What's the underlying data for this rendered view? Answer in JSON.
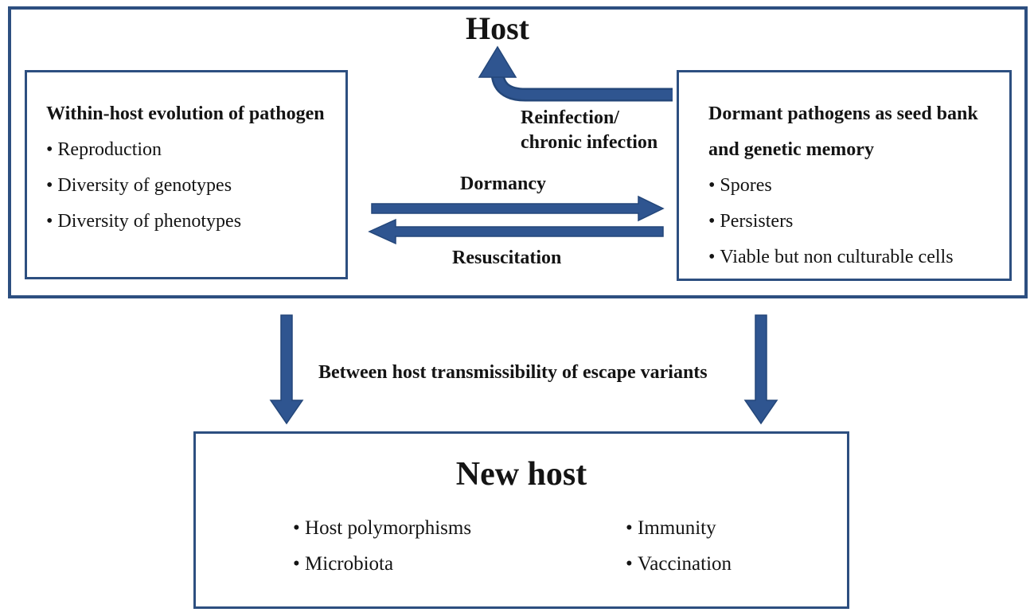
{
  "colors": {
    "border": "#2d4f80",
    "arrow_fill": "#2f5590",
    "arrow_edge": "#24477a",
    "text": "#141414",
    "background": "#ffffff"
  },
  "host": {
    "title": "Host",
    "left_box": {
      "heading": "Within-host evolution of pathogen",
      "bullets": [
        "Reproduction",
        "Diversity of genotypes",
        "Diversity of phenotypes"
      ]
    },
    "right_box": {
      "heading_line1": "Dormant pathogens as seed bank",
      "heading_line2": "and genetic memory",
      "bullets": [
        "Spores",
        "Persisters",
        "Viable but non culturable cells"
      ]
    },
    "arrow_labels": {
      "reinfection_line1": "Reinfection/",
      "reinfection_line2": "chronic infection",
      "dormancy": "Dormancy",
      "resuscitation": "Resuscitation"
    }
  },
  "transmission": {
    "label": "Between host transmissibility of escape variants"
  },
  "new_host": {
    "title": "New host",
    "left_bullets": [
      "Host polymorphisms",
      "Microbiota"
    ],
    "right_bullets": [
      "Immunity",
      "Vaccination"
    ]
  }
}
